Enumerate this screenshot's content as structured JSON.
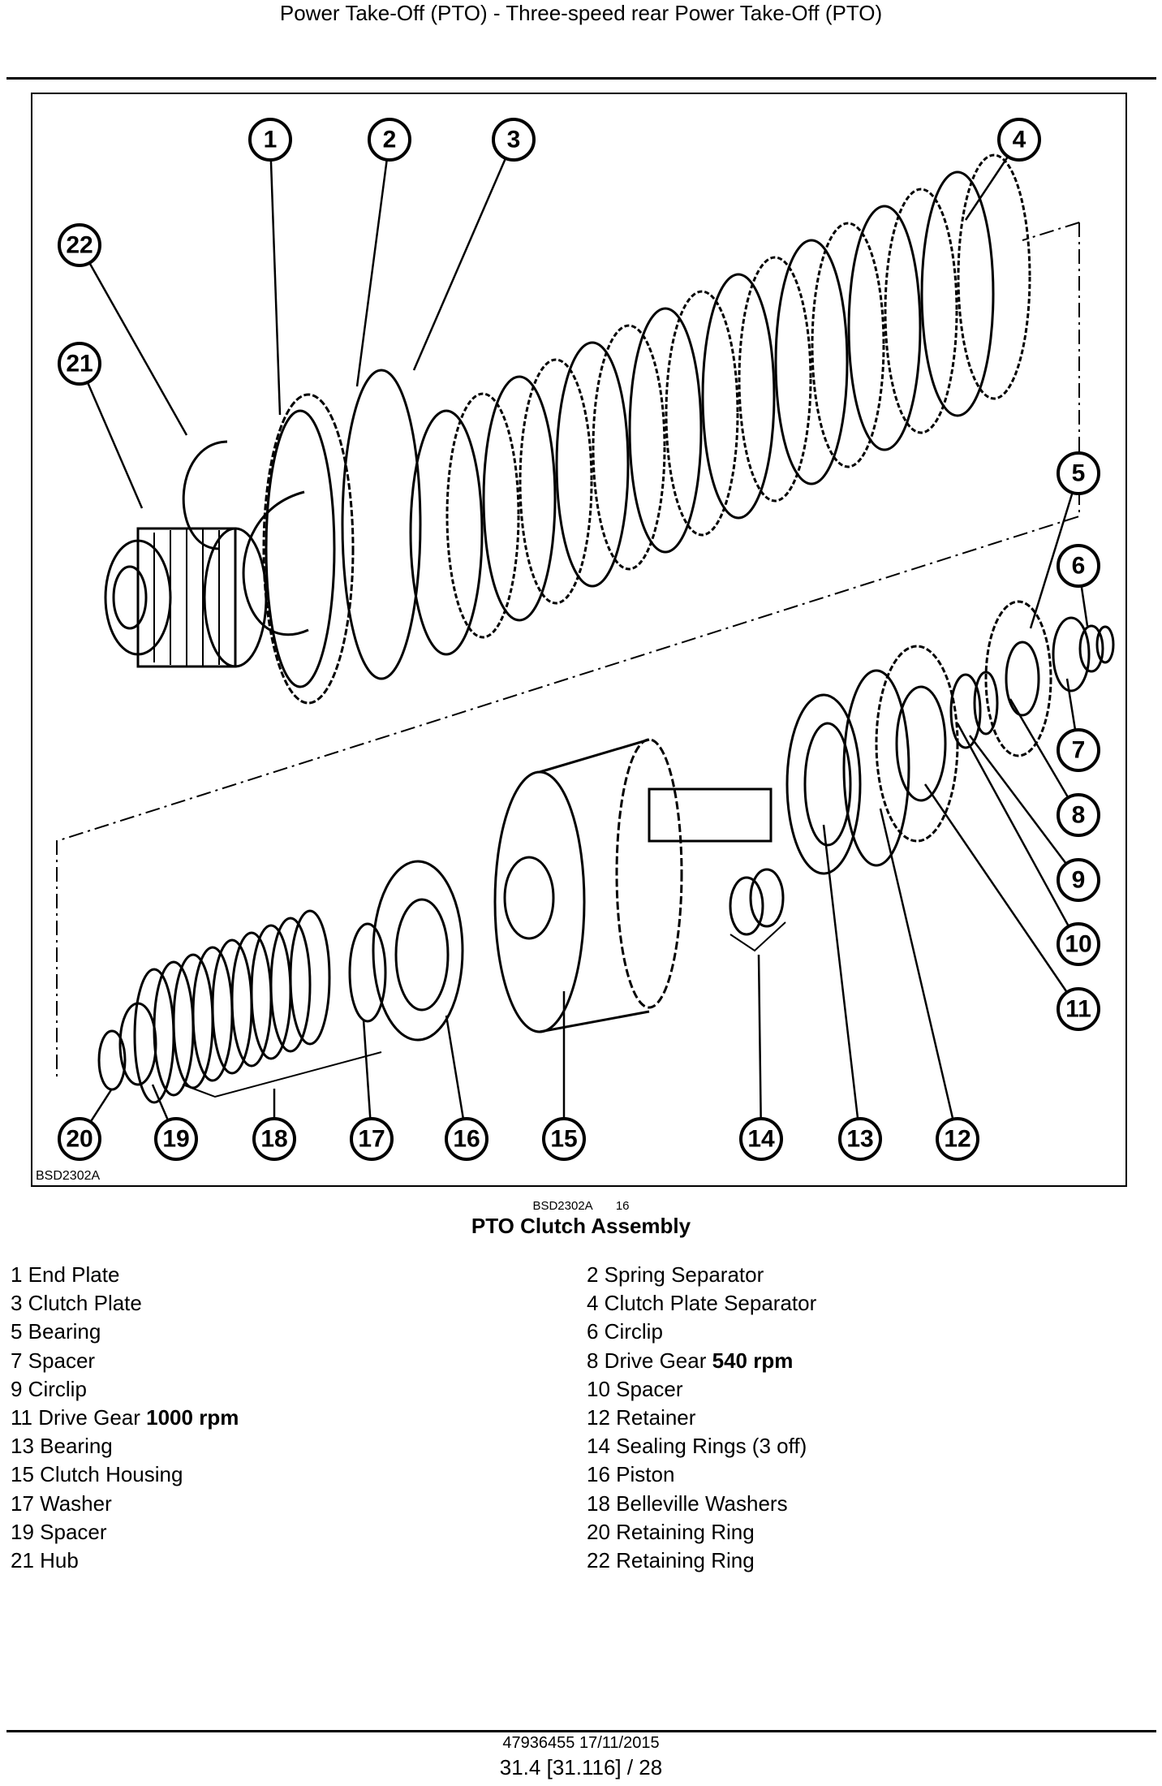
{
  "header": {
    "title": "Power Take-Off (PTO) - Three-speed rear Power Take-Off (PTO)"
  },
  "figure": {
    "code": "BSD2302A",
    "callouts": [
      "1",
      "2",
      "3",
      "4",
      "5",
      "6",
      "7",
      "8",
      "9",
      "10",
      "11",
      "12",
      "13",
      "14",
      "15",
      "16",
      "17",
      "18",
      "19",
      "20",
      "21",
      "22"
    ]
  },
  "caption": {
    "ref_code": "BSD2302A",
    "ref_number": "16",
    "title": "PTO Clutch Assembly"
  },
  "legend": {
    "left": [
      {
        "text": "1 End Plate",
        "bold": ""
      },
      {
        "text": "3 Clutch Plate",
        "bold": ""
      },
      {
        "text": "5 Bearing",
        "bold": ""
      },
      {
        "text": "7 Spacer",
        "bold": ""
      },
      {
        "text": "9 Circlip",
        "bold": ""
      },
      {
        "text": "11 Drive Gear ",
        "bold": "1000 rpm"
      },
      {
        "text": "13 Bearing",
        "bold": ""
      },
      {
        "text": "15 Clutch Housing",
        "bold": ""
      },
      {
        "text": "17 Washer",
        "bold": ""
      },
      {
        "text": "19 Spacer",
        "bold": ""
      },
      {
        "text": "21 Hub",
        "bold": ""
      }
    ],
    "right": [
      {
        "text": "2 Spring Separator",
        "bold": ""
      },
      {
        "text": "4 Clutch Plate Separator",
        "bold": ""
      },
      {
        "text": "6 Circlip",
        "bold": ""
      },
      {
        "text": "8 Drive Gear ",
        "bold": "540 rpm"
      },
      {
        "text": "10 Spacer",
        "bold": ""
      },
      {
        "text": "12 Retainer",
        "bold": ""
      },
      {
        "text": "14 Sealing Rings (3 off)",
        "bold": ""
      },
      {
        "text": "16 Piston",
        "bold": ""
      },
      {
        "text": "18 Belleville Washers",
        "bold": ""
      },
      {
        "text": "20 Retaining Ring",
        "bold": ""
      },
      {
        "text": "22 Retaining Ring",
        "bold": ""
      }
    ]
  },
  "footer": {
    "doc_ref": "47936455 17/11/2015",
    "page": "31.4 [31.116] / 28"
  }
}
